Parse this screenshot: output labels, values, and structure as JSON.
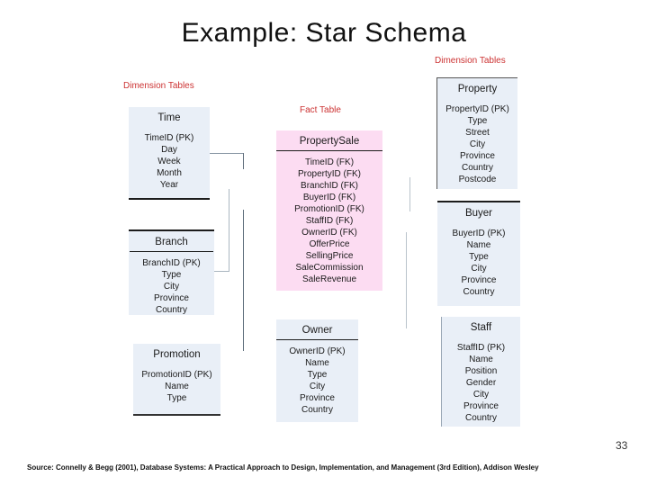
{
  "slide": {
    "title": "Example: Star Schema",
    "page_number": "33",
    "source": "Source: Connelly & Begg (2001), Database Systems: A Practical Approach to Design, Implementation, and Management (3rd Edition), Addison Wesley"
  },
  "labels": {
    "dimension_left": "Dimension Tables",
    "dimension_right": "Dimension Tables",
    "fact": "Fact Table"
  },
  "colors": {
    "dimension_fill": "#e9eff7",
    "fact_fill": "#fcdcf2",
    "label_red": "#cc3333"
  },
  "tables": [
    {
      "id": "time",
      "name": "Time",
      "fields": [
        "TimeID (PK)",
        "Day",
        "Week",
        "Month",
        "Year"
      ]
    },
    {
      "id": "branch",
      "name": "Branch",
      "fields": [
        "BranchID (PK)",
        "Type",
        "City",
        "Province",
        "Country"
      ]
    },
    {
      "id": "promotion",
      "name": "Promotion",
      "fields": [
        "PromotionID (PK)",
        "Name",
        "Type"
      ]
    },
    {
      "id": "property_sale",
      "name": "PropertySale",
      "fields": [
        "TimeID (FK)",
        "PropertyID (FK)",
        "BranchID (FK)",
        "BuyerID (FK)",
        "PromotionID (FK)",
        "StaffID (FK)",
        "OwnerID (FK)",
        "OfferPrice",
        "SellingPrice",
        "SaleCommission",
        "SaleRevenue"
      ]
    },
    {
      "id": "owner",
      "name": "Owner",
      "fields": [
        "OwnerID (PK)",
        "Name",
        "Type",
        "City",
        "Province",
        "Country"
      ]
    },
    {
      "id": "property",
      "name": "Property",
      "fields": [
        "PropertyID (PK)",
        "Type",
        "Street",
        "City",
        "Province",
        "Country",
        "Postcode"
      ]
    },
    {
      "id": "buyer",
      "name": "Buyer",
      "fields": [
        "BuyerID (PK)",
        "Name",
        "Type",
        "City",
        "Province",
        "Country"
      ]
    },
    {
      "id": "staff",
      "name": "Staff",
      "fields": [
        "StaffID (PK)",
        "Name",
        "Position",
        "Gender",
        "City",
        "Province",
        "Country"
      ]
    }
  ]
}
